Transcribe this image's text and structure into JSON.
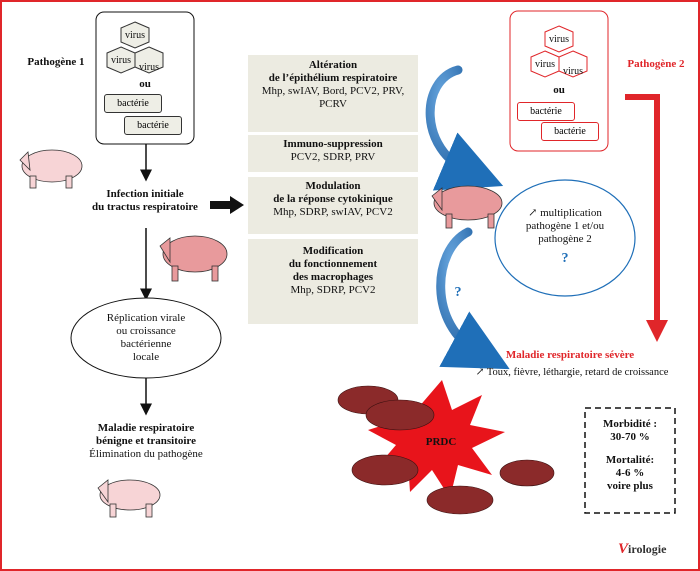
{
  "frame": {
    "border_color": "#e0262a",
    "accent_red": "#e0262a",
    "accent_blue": "#1f6fb8",
    "panel_gray": "#ecebe1"
  },
  "pathogen1": {
    "label": "Pathogène 1",
    "virus": [
      "virus",
      "virus",
      "virus"
    ],
    "ou": "ou",
    "bacteria": [
      "bactérie",
      "bactérie"
    ]
  },
  "pathogen2": {
    "label": "Pathogène 2",
    "virus": [
      "virus",
      "virus",
      "virus"
    ],
    "ou": "ou",
    "bacteria": [
      "bactérie",
      "bactérie"
    ]
  },
  "infection": {
    "line1": "Infection initiale",
    "line2": "du tractus respiratoire"
  },
  "replication": {
    "lines": [
      "Réplication virale",
      "ou croissance",
      "bactérienne",
      "locale"
    ]
  },
  "benign": {
    "line1": "Maladie respiratoire",
    "line2": "bénigne et transitoire",
    "line3": "Élimination du pathogène"
  },
  "mechanisms": [
    {
      "title": [
        "Altération",
        "de l’épithélium respiratoire"
      ],
      "body": [
        "Mhp, swIAV, Bord, PCV2, PRV,",
        "PCRV"
      ]
    },
    {
      "title": [
        "Immuno-suppression"
      ],
      "body": [
        "PCV2, SDRP, PRV"
      ]
    },
    {
      "title": [
        "Modulation",
        "de la réponse cytokinique"
      ],
      "body": [
        "Mhp, SDRP, swIAV, PCV2"
      ]
    },
    {
      "title": [
        "Modification",
        "du fonctionnement",
        "des macrophages"
      ],
      "body": [
        "Mhp, SDRP, PCV2"
      ]
    }
  ],
  "multiplication": {
    "lines": [
      "↗ multiplication",
      "pathogène 1 et/ou",
      "pathogène 2"
    ],
    "question": "?"
  },
  "question_mark": "?",
  "severe": {
    "title": "Maladie respiratoire sévère",
    "symptoms": "↗ Toux, fièvre, léthargie, retard de croissance"
  },
  "prdc": "PRDC",
  "stats": {
    "morb_label": "Morbidité :",
    "morb_value": "30-70 %",
    "mort_label": "Mortalité:",
    "mort_value1": "4-6 %",
    "mort_value2": "voire plus"
  },
  "logo": {
    "letter": "V",
    "rest": "irologie"
  }
}
